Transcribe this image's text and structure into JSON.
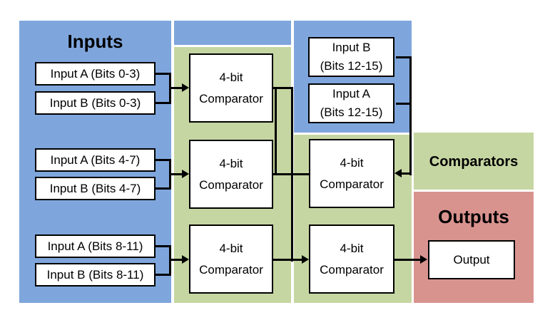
{
  "regions": {
    "inputs": {
      "label": "Inputs",
      "color": "#7FA6DC"
    },
    "comparators": {
      "label": "Comparators",
      "color": "#C6D6A2"
    },
    "outputs": {
      "label": "Outputs",
      "color": "#D9938F"
    }
  },
  "input_boxes": {
    "a_0_3": "Input A (Bits 0-3)",
    "b_0_3": "Input B (Bits 0-3)",
    "a_4_7": "Input A (Bits 4-7)",
    "b_4_7": "Input B (Bits 4-7)",
    "a_8_11": "Input A (Bits 8-11)",
    "b_8_11": "Input B (Bits 8-11)",
    "b_12_15": {
      "line1": "Input B",
      "line2": "(Bits 12-15)"
    },
    "a_12_15": {
      "line1": "Input A",
      "line2": "(Bits 12-15)"
    }
  },
  "comparator_box": {
    "line1": "4-bit",
    "line2": "Comparator"
  },
  "output_box": {
    "label": "Output"
  },
  "wire_color": "#000000"
}
